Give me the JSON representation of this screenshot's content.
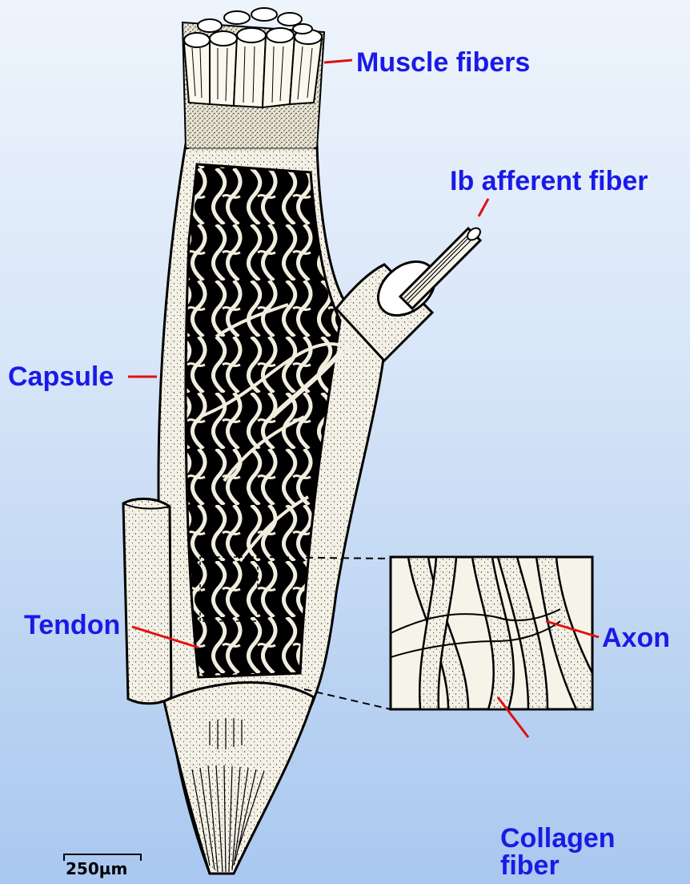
{
  "labels": {
    "muscle_fibers": "Muscle fibers",
    "ib_afferent": "Ib afferent fiber",
    "capsule": "Capsule",
    "axon": "Axon",
    "tendon": "Tendon",
    "collagen_line1": "Collagen",
    "collagen_line2": "fiber"
  },
  "scale_bar": "250µm",
  "colors": {
    "label_text": "#1a1ae6",
    "leader_line": "#e01010",
    "ink": "#000000",
    "fill": "#f2efe2"
  }
}
